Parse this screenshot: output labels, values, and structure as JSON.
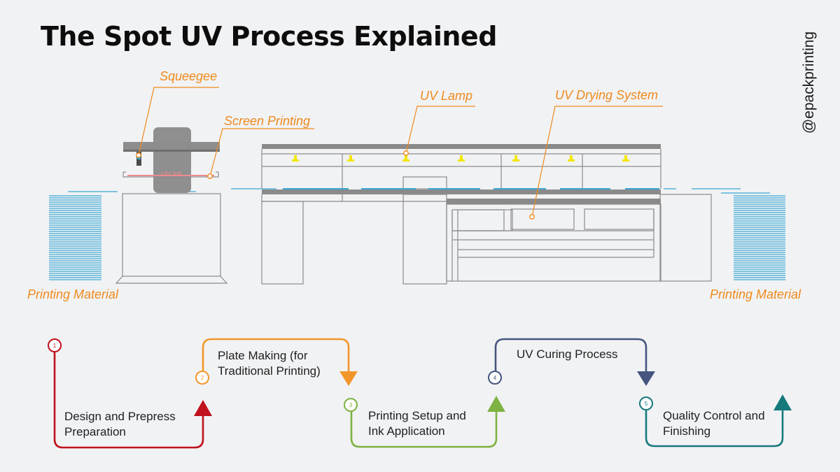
{
  "title": "The Spot UV Process Explained",
  "handle": "@epackprinting",
  "machine_labels": {
    "squeegee": "Squeegee",
    "screen_printing": "Screen Printing",
    "uv_ink": "UV Ink",
    "uv_lamp": "UV Lamp",
    "uv_drying_system": "UV Drying System",
    "printing_material_left": "Printing Material",
    "printing_material_right": "Printing Material"
  },
  "steps": [
    {
      "number": "1",
      "line1": "Design and Prepress",
      "line2": "Preparation",
      "color": "#c0111d"
    },
    {
      "number": "2",
      "line1": "Plate Making (for",
      "line2": "Traditional Printing)",
      "color": "#f2962b"
    },
    {
      "number": "3",
      "line1": "Printing Setup and",
      "line2": "Ink Application",
      "color": "#7fb242"
    },
    {
      "number": "4",
      "line1": "UV Curing Process",
      "line2": "",
      "color": "#45557f"
    },
    {
      "number": "5",
      "line1": "Quality Control and",
      "line2": "Finishing",
      "color": "#15797c"
    }
  ],
  "colors": {
    "label_orange": "#ee8a1c",
    "lamp_yellow": "#f2e600",
    "material_blue": "#3aa7d4",
    "machine_line": "#8c8c8c",
    "machine_bar": "#8a8a8a",
    "ink_pink": "#f08a90"
  }
}
